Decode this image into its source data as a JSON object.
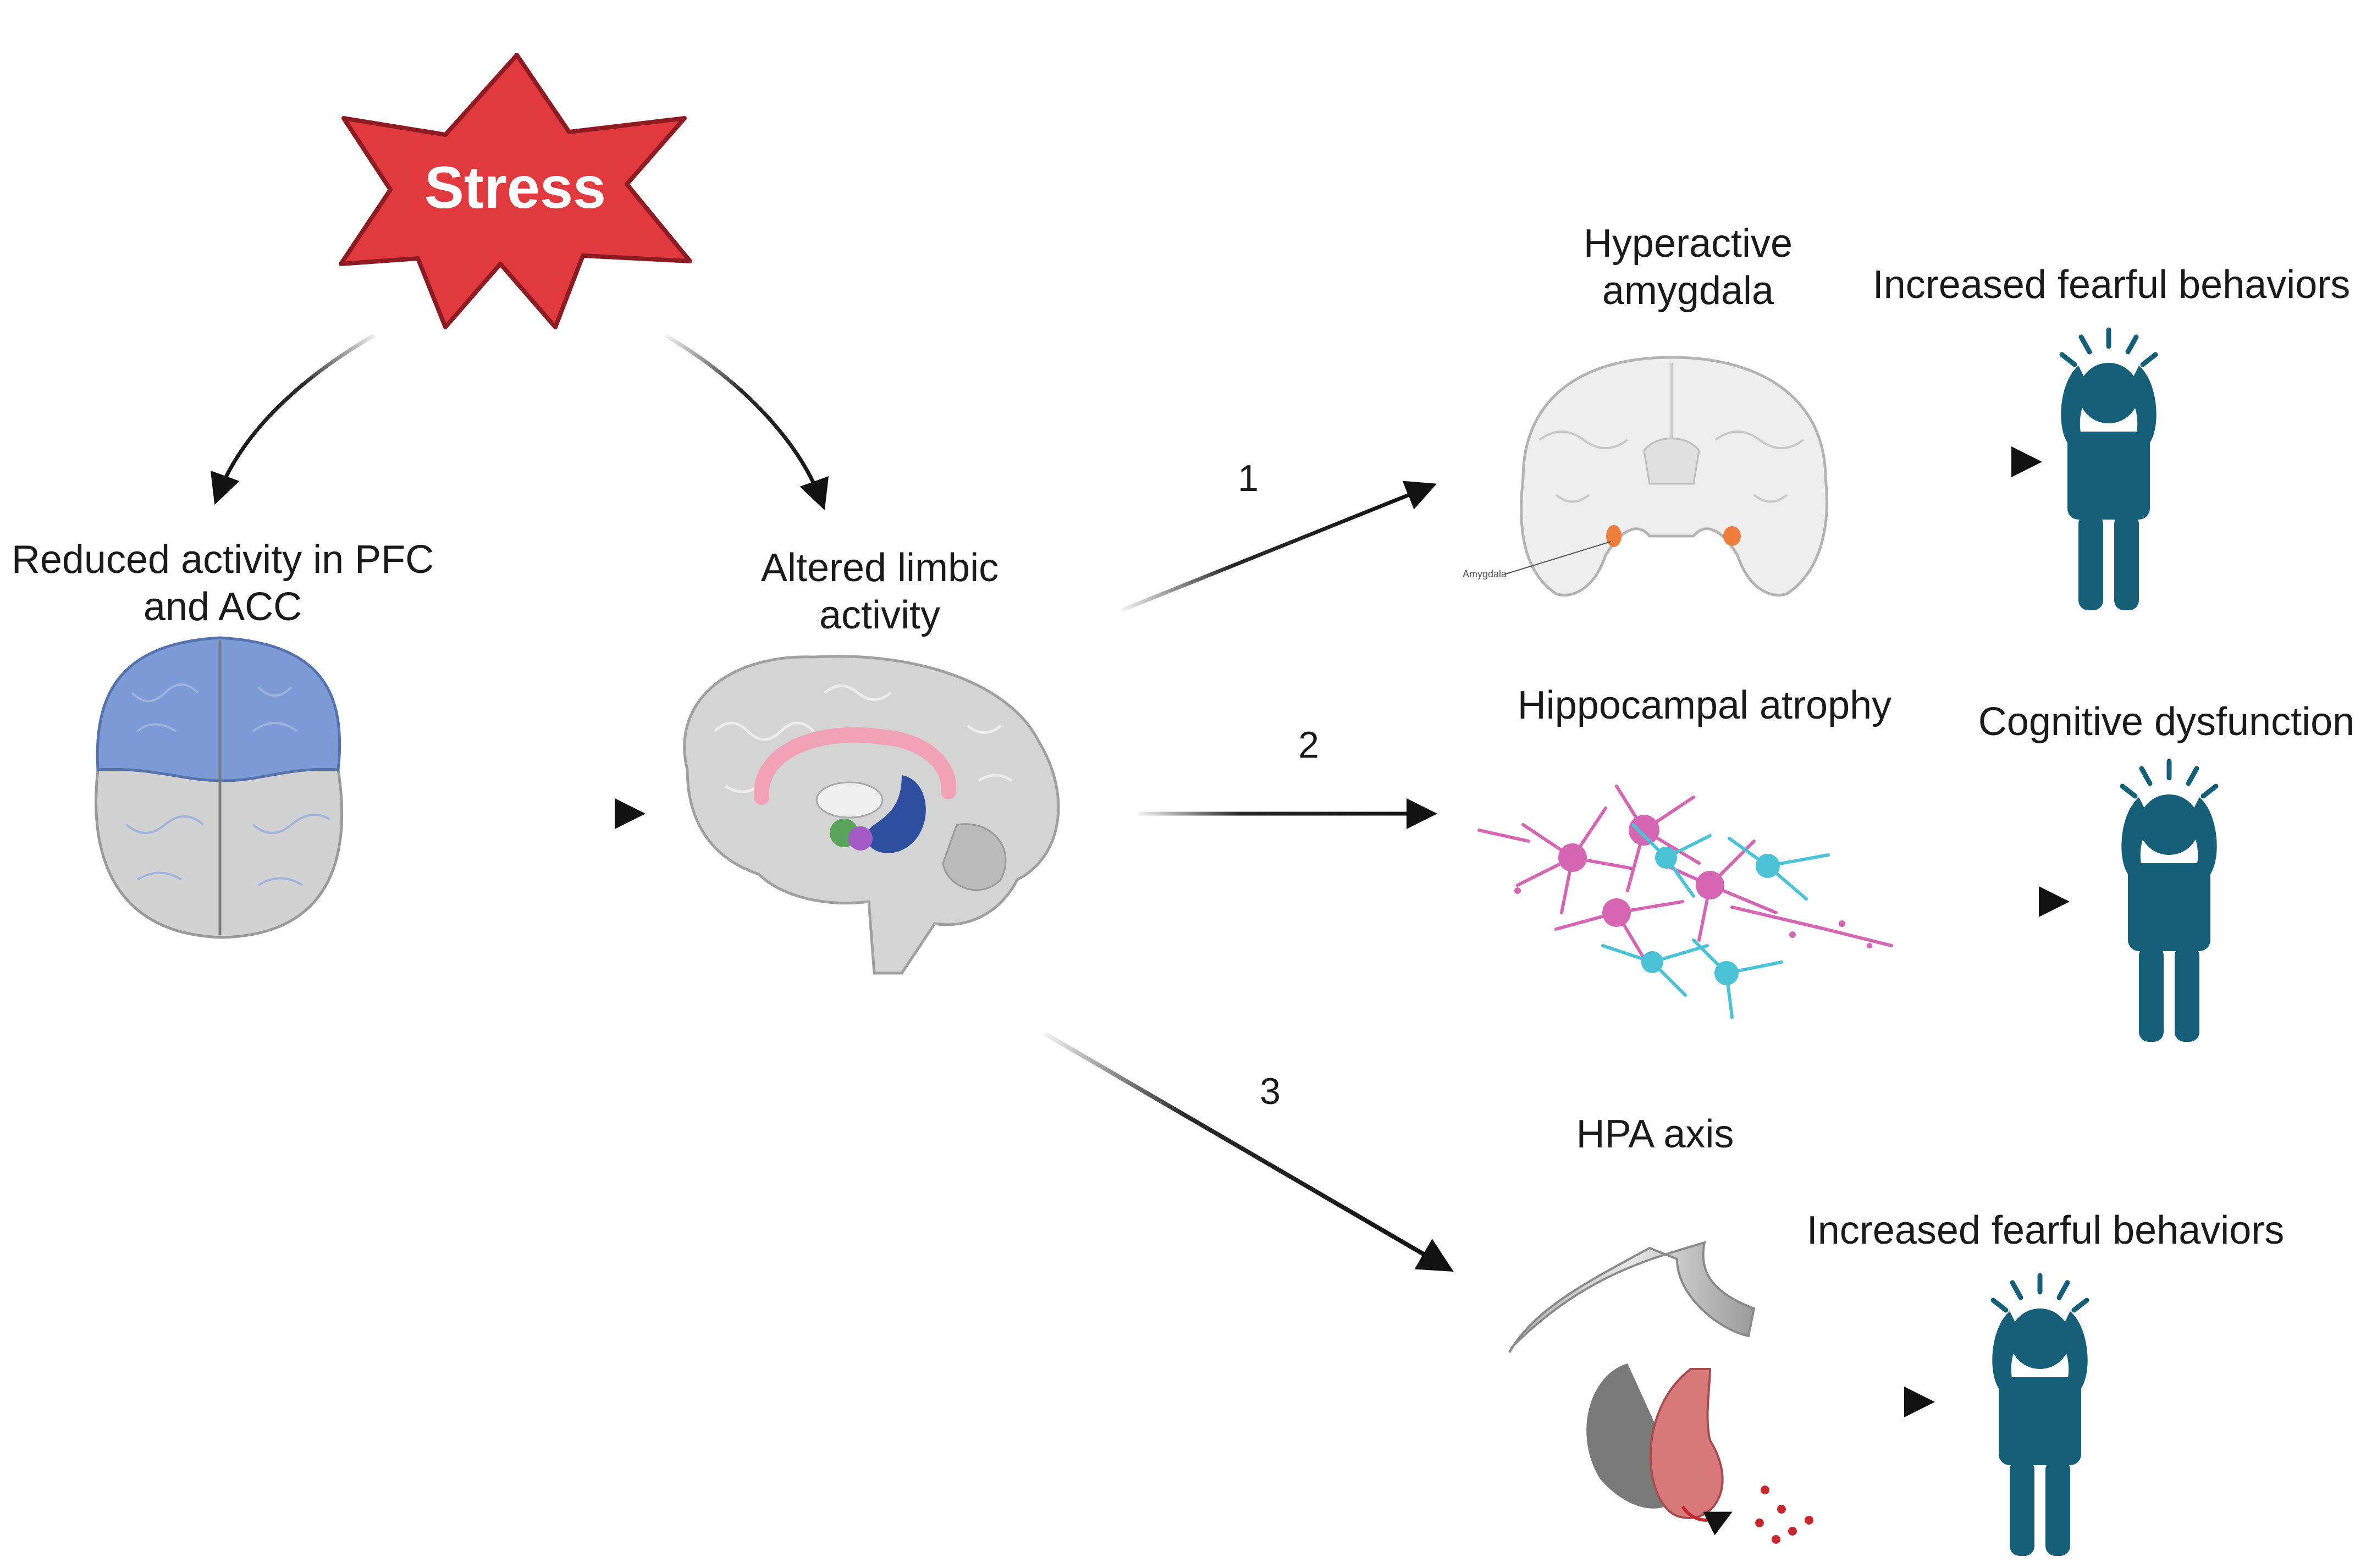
{
  "stress": {
    "label": "Stress"
  },
  "pfc": {
    "label_line1": "Reduced activity in PFC",
    "label_line2": "and ACC"
  },
  "limbic": {
    "label_line1": "Altered limbic",
    "label_line2": "activity"
  },
  "pathways": [
    {
      "number": "1",
      "cause_line1": "Hyperactive",
      "cause_line2": "amygdala",
      "effect": "Increased fearful behaviors",
      "small_tag": "Amygdala"
    },
    {
      "number": "2",
      "cause_line1": "Hippocampal atrophy",
      "cause_line2": "",
      "effect": "Cognitive dysfunction"
    },
    {
      "number": "3",
      "cause_line1": "HPA axis",
      "cause_line2": "",
      "effect": "Increased fearful behaviors"
    }
  ],
  "colors": {
    "stress_fill": "#e0393e",
    "stress_stroke": "#8e1b22",
    "pfc_blue": "#7b9ad6",
    "brain_gray": "#d2d2d2",
    "person": "#155f78",
    "limbic_pink": "#f2a2b7",
    "hippocampus_blue": "#2d4f9e",
    "amygdala_orange": "#f07f3c",
    "neuron_pink": "#d566b4",
    "neuron_cyan": "#4cc2d6",
    "pituitary_red": "#d8787a"
  }
}
